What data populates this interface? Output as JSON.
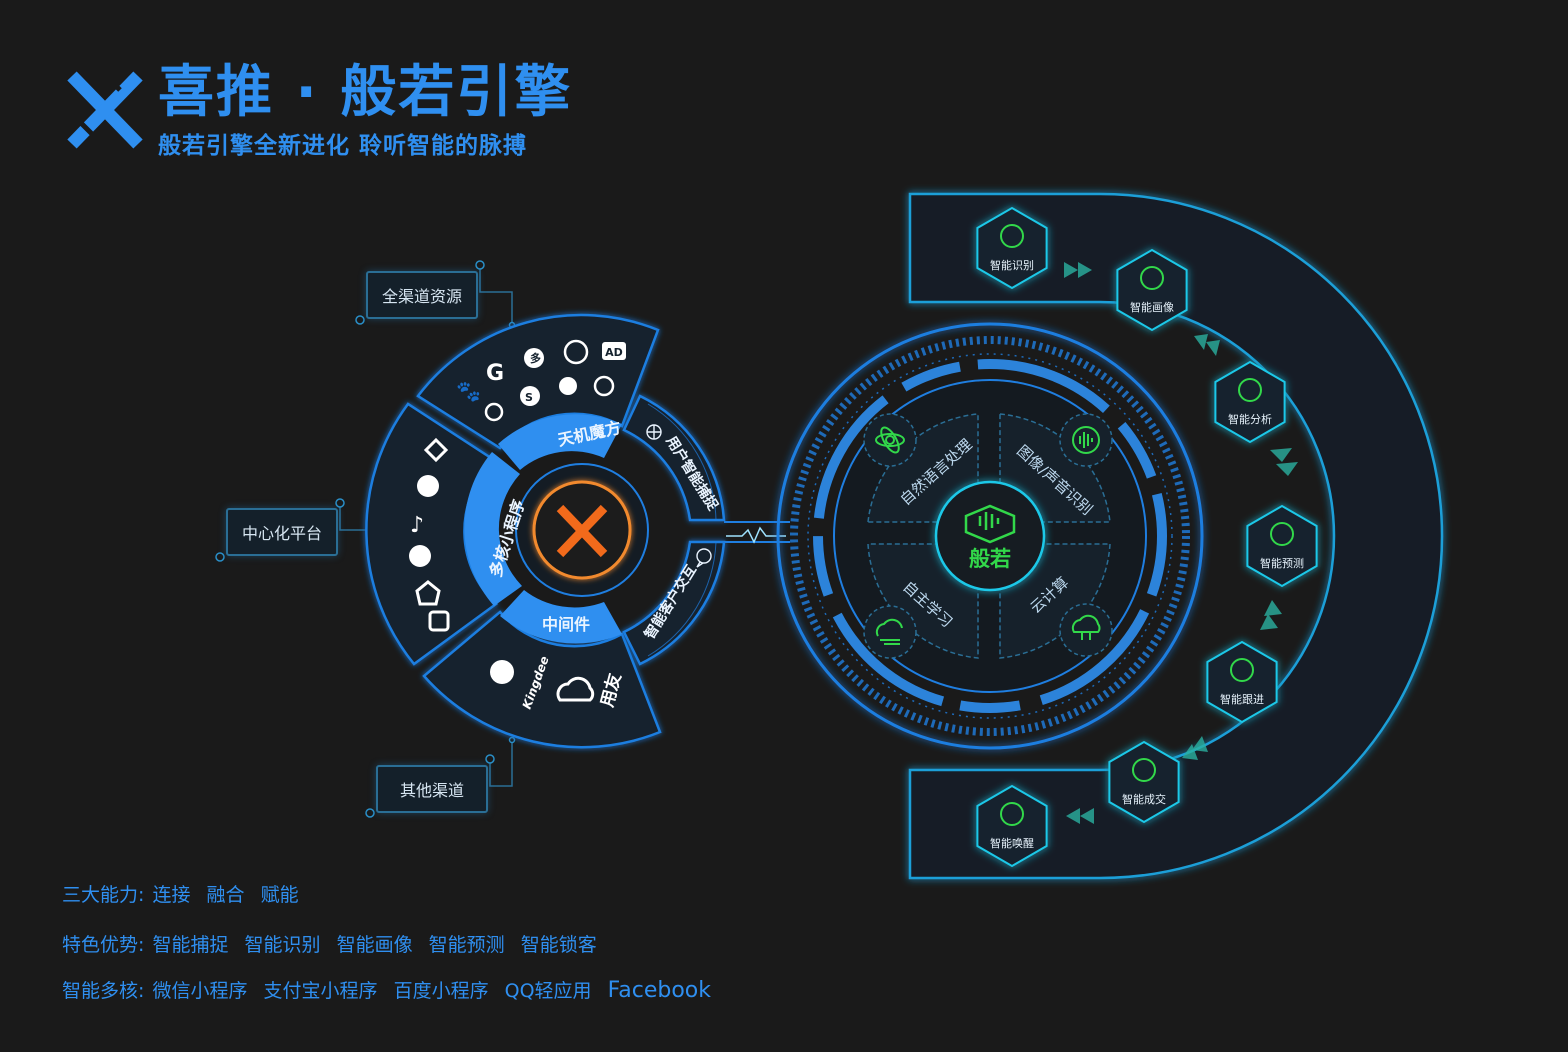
{
  "brand": {
    "title": "喜推 · 般若引擎",
    "subtitle": "般若引擎全新进化  聆听智能的脉搏"
  },
  "colors": {
    "background": "#1a1a1a",
    "brand_blue": "#2f8ff0",
    "ring_blue": "#1f7ee0",
    "glow_cyan": "#1ec8e8",
    "green": "#32d84a",
    "orange": "#f26a1b"
  },
  "left_engine": {
    "labels": {
      "all_channel": "全渠道资源",
      "central_platform": "中心化平台",
      "other_channel": "其他渠道"
    },
    "inner_ring": {
      "top": "天机魔方",
      "left": "多核小程序",
      "bottom": "中间件"
    },
    "side_segments": {
      "upper": "用户智能捕捉",
      "lower": "智能客户交互"
    },
    "bottom_sector": {
      "kingdee": "Kingdee",
      "yonyou": "用友"
    },
    "top_sector_icons": [
      "baidu-icon",
      "google-icon",
      "a360-icon",
      "weibo-icon",
      "sogou-icon",
      "tencent-icon",
      "ad-icon",
      "qihoo-icon",
      "search-o-icon"
    ],
    "ad_label": "AD",
    "left_sector_icons": [
      "mini-program-icon",
      "alipay-icon",
      "tiktok-icon",
      "baidu-smart-icon",
      "qq-app-icon",
      "link-app-icon"
    ]
  },
  "right_engine": {
    "core": "般若",
    "quadrants": [
      "自然语言处理",
      "图像/声音识别",
      "自主学习",
      "云计算"
    ],
    "steps": [
      "智能识别",
      "智能画像",
      "智能分析",
      "智能预测",
      "智能跟进",
      "智能成交",
      "智能唤醒"
    ]
  },
  "bottom": {
    "abilities": {
      "lead": "三大能力:",
      "items": [
        "连接",
        "融合",
        "赋能"
      ]
    },
    "features": {
      "lead": "特色优势:",
      "items": [
        "智能捕捉",
        "智能识别",
        "智能画像",
        "智能预测",
        "智能锁客"
      ]
    },
    "multicore": {
      "lead": "智能多核:",
      "items": [
        "微信小程序",
        "支付宝小程序",
        "百度小程序",
        "QQ轻应用",
        "Facebook"
      ]
    }
  }
}
